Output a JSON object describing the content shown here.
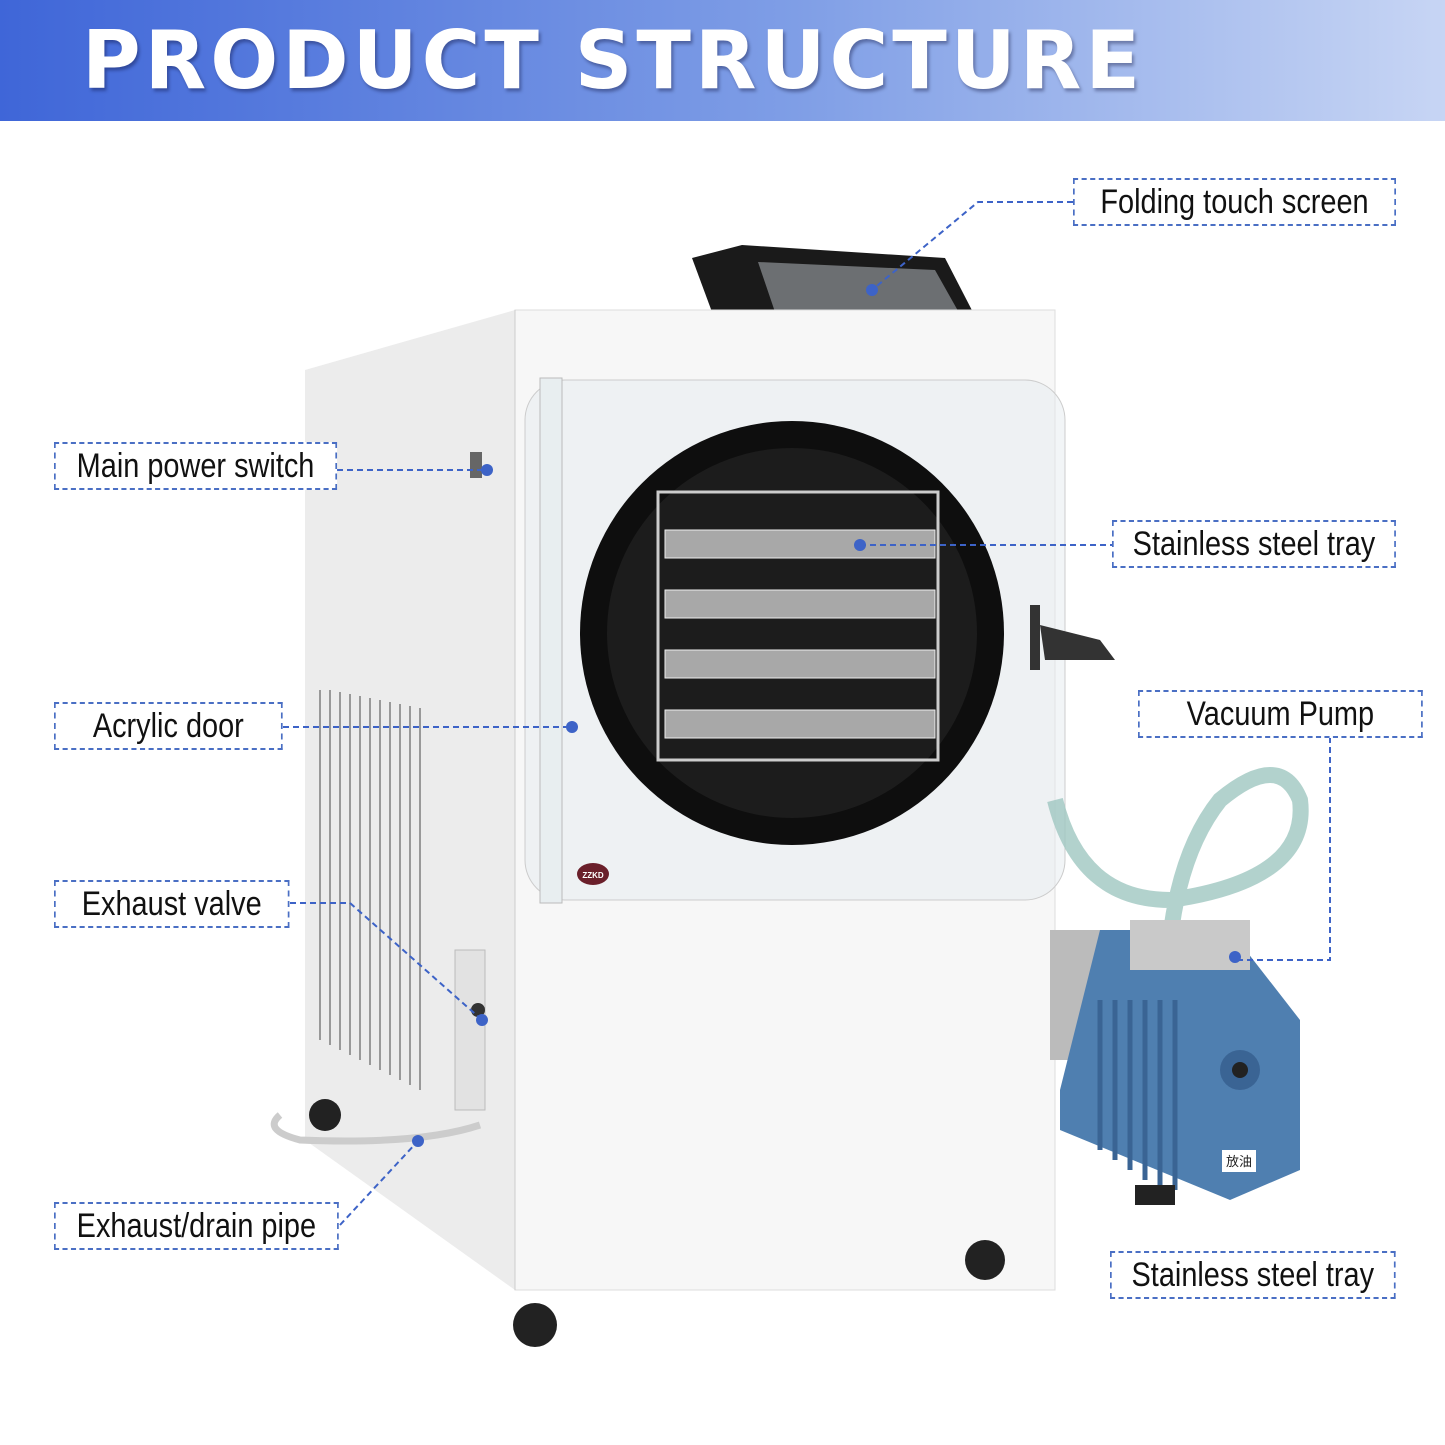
{
  "header": {
    "title": "PRODUCT STRUCTURE"
  },
  "labels": {
    "touch_screen": "Folding touch screen",
    "power_switch": "Main power switch",
    "tray": "Stainless steel tray",
    "acrylic_door": "Acrylic door",
    "vacuum_pump": "Vacuum Pump",
    "exhaust_valve": "Exhaust valve",
    "drain_pipe": "Exhaust/drain pipe",
    "tray_2": "Stainless steel tray"
  },
  "product": {
    "logo": "ZZKD",
    "pump_plate": "放油"
  },
  "colors": {
    "accent": "#4a6fc4",
    "banner_start": "#3f66d8",
    "pump": "#4f7fb0"
  }
}
